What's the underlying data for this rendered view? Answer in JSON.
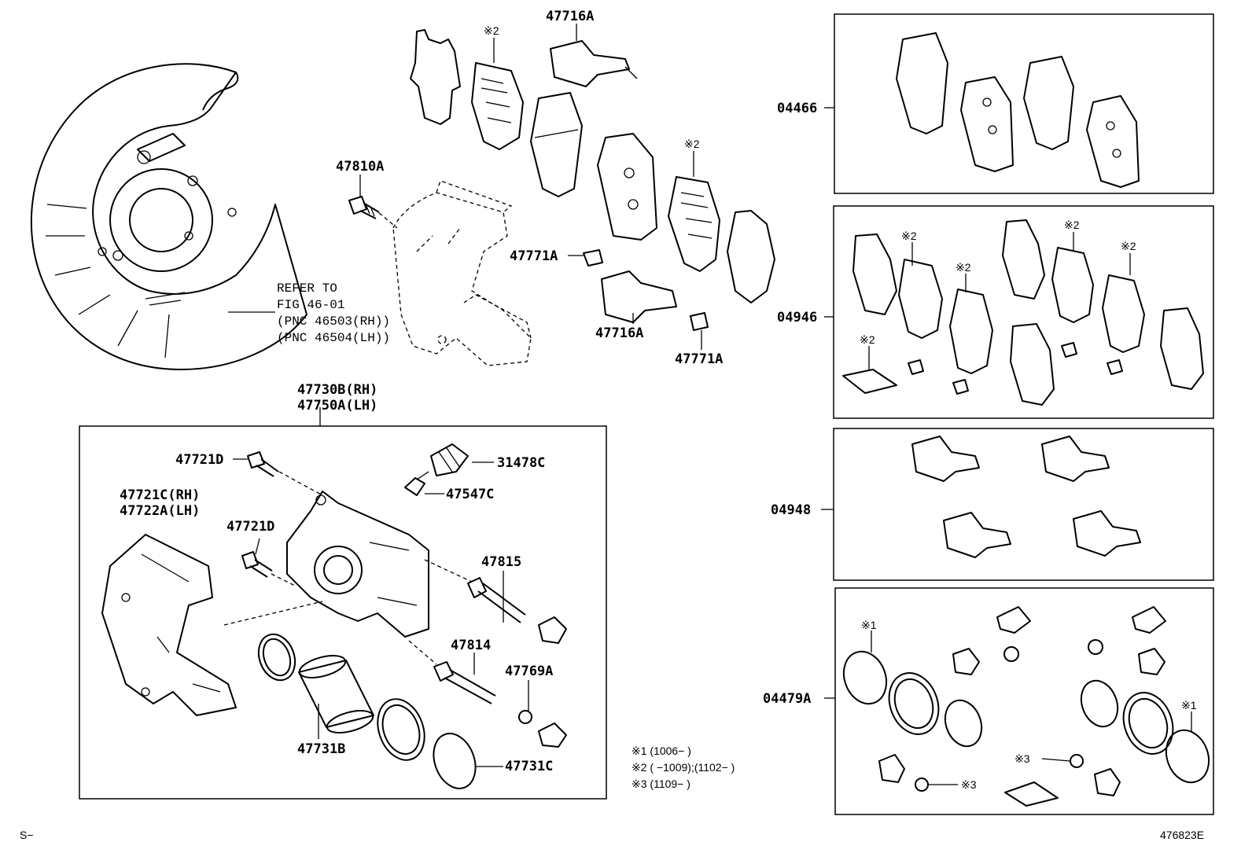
{
  "labels": {
    "p47716A_top": "47716A",
    "note2_top1": "※2",
    "p47810A": "47810A",
    "note2_top2": "※2",
    "p47771A_1": "47771A",
    "p47716A_mid": "47716A",
    "p47771A_2": "47771A",
    "p47730B": "47730B(RH)",
    "p47750A": "47750A(LH)",
    "p47721D_1": "47721D",
    "p31478C": "31478C",
    "p47547C": "47547C",
    "p47721C": "47721C(RH)",
    "p47722A": "47722A(LH)",
    "p47721D_2": "47721D",
    "p47815": "47815",
    "p47814": "47814",
    "p47769A": "47769A",
    "p47731B": "47731B",
    "p47731C": "47731C",
    "k04466": "04466",
    "k04946": "04946",
    "k04948": "04948",
    "k04479A": "04479A",
    "n2_a": "※2",
    "n2_b": "※2",
    "n2_c": "※2",
    "n2_d": "※2",
    "n2_e": "※2",
    "n1_a": "※1",
    "n1_b": "※1",
    "n3_a": "※3",
    "n3_b": "※3",
    "footer_left": "S−",
    "footer_right": "476823E"
  },
  "reference": {
    "line1": "REFER TO",
    "line2": "FIG 46-01",
    "line3": "(PNC 46503(RH))",
    "line4": "(PNC 46504(LH))"
  },
  "notes": {
    "n1": "※1 (1006−        )",
    "n2": "※2 (        −1009);(1102−        )",
    "n3": "※3 (1109−        )"
  }
}
